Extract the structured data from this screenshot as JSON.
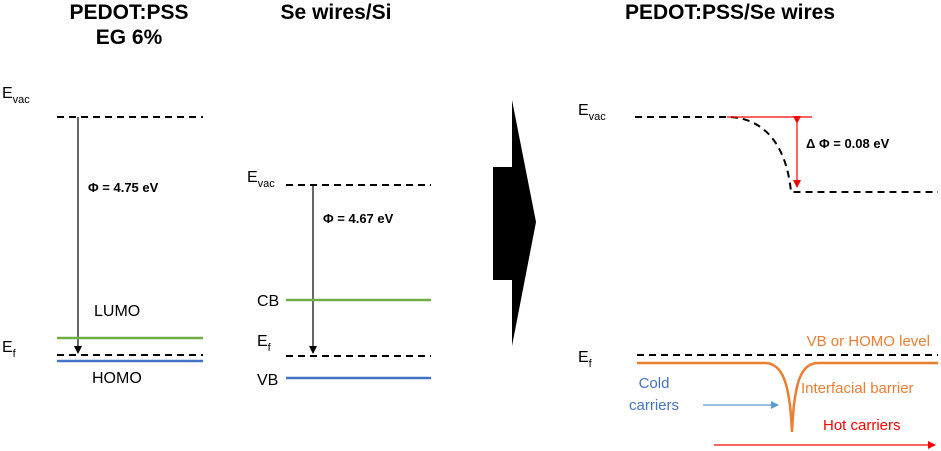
{
  "panel_left": {
    "title_line1": "PEDOT:PSS",
    "title_line2": "EG 6%",
    "evac_label": "E",
    "evac_sub": "vac",
    "ef_label": "E",
    "ef_sub": "f",
    "work_function": "Φ = 4.75 eV",
    "lumo_label": "LUMO",
    "homo_label": "HOMO"
  },
  "panel_middle": {
    "title": "Se wires/Si",
    "evac_label": "E",
    "evac_sub": "vac",
    "ef_label": "E",
    "ef_sub": "f",
    "work_function": "Φ = 4.67 eV",
    "cb_label": "CB",
    "vb_label": "VB"
  },
  "panel_right": {
    "title": "PEDOT:PSS/Se wires",
    "evac_label": "E",
    "evac_sub": "vac",
    "ef_label": "E",
    "ef_sub": "f",
    "delta_phi": "Δ Φ = 0.08 eV",
    "vb_homo_label": "VB or HOMO level",
    "barrier_label": "Interfacial barrier",
    "cold_label_line1": "Cold",
    "cold_label_line2": "carriers",
    "hot_label": "Hot carriers"
  },
  "colors": {
    "lumo_cb_line": "#70AD47",
    "homo_vb_line": "#4472C4",
    "barrier": "#ED7D31",
    "delta_arrow": "#FF0000",
    "hot_arrow": "#FF0000",
    "cold_arrow": "#5B9BD5",
    "big_arrow": "#000000"
  }
}
